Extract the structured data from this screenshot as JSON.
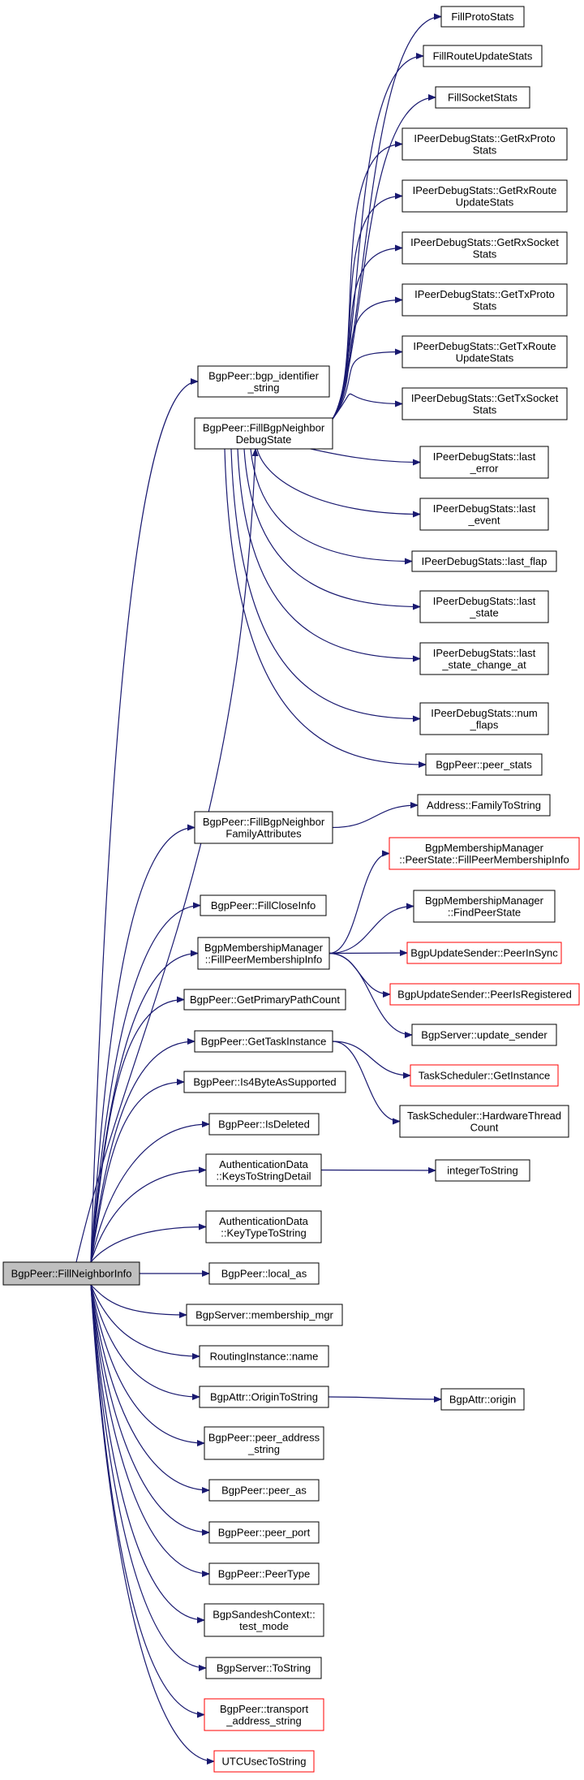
{
  "nodes": [
    {
      "id": "root",
      "lines": [
        "BgpPeer::FillNeighborInfo"
      ],
      "root": true
    },
    {
      "id": "bgp_identifier",
      "lines": [
        "BgpPeer::bgp_identifier",
        "_string"
      ]
    },
    {
      "id": "fill_debug",
      "lines": [
        "BgpPeer::FillBgpNeighbor",
        "DebugState"
      ]
    },
    {
      "id": "fill_family",
      "lines": [
        "BgpPeer::FillBgpNeighbor",
        "FamilyAttributes"
      ]
    },
    {
      "id": "fill_close",
      "lines": [
        "BgpPeer::FillCloseInfo"
      ]
    },
    {
      "id": "fill_membership",
      "lines": [
        "BgpMembershipManager",
        "::FillPeerMembershipInfo"
      ]
    },
    {
      "id": "primary_path",
      "lines": [
        "BgpPeer::GetPrimaryPathCount"
      ]
    },
    {
      "id": "task_instance",
      "lines": [
        "BgpPeer::GetTaskInstance"
      ]
    },
    {
      "id": "is4byte",
      "lines": [
        "BgpPeer::Is4ByteAsSupported"
      ]
    },
    {
      "id": "is_deleted",
      "lines": [
        "BgpPeer::IsDeleted"
      ]
    },
    {
      "id": "keys_detail",
      "lines": [
        "AuthenticationData",
        "::KeysToStringDetail"
      ]
    },
    {
      "id": "keytype",
      "lines": [
        "AuthenticationData",
        "::KeyTypeToString"
      ]
    },
    {
      "id": "local_as",
      "lines": [
        "BgpPeer::local_as"
      ]
    },
    {
      "id": "membership_mgr",
      "lines": [
        "BgpServer::membership_mgr"
      ]
    },
    {
      "id": "ri_name",
      "lines": [
        "RoutingInstance::name"
      ]
    },
    {
      "id": "origin_to_string",
      "lines": [
        "BgpAttr::OriginToString"
      ]
    },
    {
      "id": "peer_address",
      "lines": [
        "BgpPeer::peer_address",
        "_string"
      ]
    },
    {
      "id": "peer_as",
      "lines": [
        "BgpPeer::peer_as"
      ]
    },
    {
      "id": "peer_port",
      "lines": [
        "BgpPeer::peer_port"
      ]
    },
    {
      "id": "peer_type",
      "lines": [
        "BgpPeer::PeerType"
      ]
    },
    {
      "id": "test_mode",
      "lines": [
        "BgpSandeshContext::",
        "test_mode"
      ]
    },
    {
      "id": "server_tostring",
      "lines": [
        "BgpServer::ToString"
      ]
    },
    {
      "id": "transport_addr",
      "lines": [
        "BgpPeer::transport",
        "_address_string"
      ],
      "red": true
    },
    {
      "id": "utc",
      "lines": [
        "UTCUsecToString"
      ],
      "red": true
    },
    {
      "id": "fill_proto",
      "lines": [
        "FillProtoStats"
      ]
    },
    {
      "id": "fill_route",
      "lines": [
        "FillRouteUpdateStats"
      ]
    },
    {
      "id": "fill_socket",
      "lines": [
        "FillSocketStats"
      ]
    },
    {
      "id": "rx_proto",
      "lines": [
        "IPeerDebugStats::GetRxProto",
        "Stats"
      ]
    },
    {
      "id": "rx_route",
      "lines": [
        "IPeerDebugStats::GetRxRoute",
        "UpdateStats"
      ]
    },
    {
      "id": "rx_socket",
      "lines": [
        "IPeerDebugStats::GetRxSocket",
        "Stats"
      ]
    },
    {
      "id": "tx_proto",
      "lines": [
        "IPeerDebugStats::GetTxProto",
        "Stats"
      ]
    },
    {
      "id": "tx_route",
      "lines": [
        "IPeerDebugStats::GetTxRoute",
        "UpdateStats"
      ]
    },
    {
      "id": "tx_socket",
      "lines": [
        "IPeerDebugStats::GetTxSocket",
        "Stats"
      ]
    },
    {
      "id": "last_error",
      "lines": [
        "IPeerDebugStats::last",
        "_error"
      ]
    },
    {
      "id": "last_event",
      "lines": [
        "IPeerDebugStats::last",
        "_event"
      ]
    },
    {
      "id": "last_flap",
      "lines": [
        "IPeerDebugStats::last_flap"
      ]
    },
    {
      "id": "last_state",
      "lines": [
        "IPeerDebugStats::last",
        "_state"
      ]
    },
    {
      "id": "last_state_change",
      "lines": [
        "IPeerDebugStats::last",
        "_state_change_at"
      ]
    },
    {
      "id": "num_flaps",
      "lines": [
        "IPeerDebugStats::num",
        "_flaps"
      ]
    },
    {
      "id": "peer_stats",
      "lines": [
        "BgpPeer::peer_stats"
      ]
    },
    {
      "id": "family_to_string",
      "lines": [
        "Address::FamilyToString"
      ]
    },
    {
      "id": "ps_fill",
      "lines": [
        "BgpMembershipManager",
        "::PeerState::FillPeerMembershipInfo"
      ],
      "red": true
    },
    {
      "id": "find_peer_state",
      "lines": [
        "BgpMembershipManager",
        "::FindPeerState"
      ]
    },
    {
      "id": "peer_in_sync",
      "lines": [
        "BgpUpdateSender::PeerInSync"
      ],
      "red": true
    },
    {
      "id": "peer_is_registered",
      "lines": [
        "BgpUpdateSender::PeerIsRegistered"
      ],
      "red": true
    },
    {
      "id": "update_sender",
      "lines": [
        "BgpServer::update_sender"
      ]
    },
    {
      "id": "ts_get_instance",
      "lines": [
        "TaskScheduler::GetInstance"
      ],
      "red": true
    },
    {
      "id": "ts_hw_thread",
      "lines": [
        "TaskScheduler::HardwareThread",
        "Count"
      ]
    },
    {
      "id": "integer_to_string",
      "lines": [
        "integerToString"
      ]
    },
    {
      "id": "attr_origin",
      "lines": [
        "BgpAttr::origin"
      ]
    }
  ],
  "edges": [
    [
      "root",
      "bgp_identifier"
    ],
    [
      "root",
      "fill_debug"
    ],
    [
      "root",
      "fill_family"
    ],
    [
      "root",
      "fill_close"
    ],
    [
      "root",
      "fill_membership"
    ],
    [
      "root",
      "primary_path"
    ],
    [
      "root",
      "task_instance"
    ],
    [
      "root",
      "is4byte"
    ],
    [
      "root",
      "is_deleted"
    ],
    [
      "root",
      "keys_detail"
    ],
    [
      "root",
      "keytype"
    ],
    [
      "root",
      "local_as"
    ],
    [
      "root",
      "membership_mgr"
    ],
    [
      "root",
      "ri_name"
    ],
    [
      "root",
      "origin_to_string"
    ],
    [
      "root",
      "peer_address"
    ],
    [
      "root",
      "peer_as"
    ],
    [
      "root",
      "peer_port"
    ],
    [
      "root",
      "peer_type"
    ],
    [
      "root",
      "test_mode"
    ],
    [
      "root",
      "server_tostring"
    ],
    [
      "root",
      "transport_addr"
    ],
    [
      "root",
      "utc"
    ],
    [
      "fill_debug",
      "fill_proto"
    ],
    [
      "fill_debug",
      "fill_route"
    ],
    [
      "fill_debug",
      "fill_socket"
    ],
    [
      "fill_debug",
      "rx_proto"
    ],
    [
      "fill_debug",
      "rx_route"
    ],
    [
      "fill_debug",
      "rx_socket"
    ],
    [
      "fill_debug",
      "tx_proto"
    ],
    [
      "fill_debug",
      "tx_route"
    ],
    [
      "fill_debug",
      "tx_socket"
    ],
    [
      "fill_debug",
      "last_error"
    ],
    [
      "fill_debug",
      "last_event"
    ],
    [
      "fill_debug",
      "last_flap"
    ],
    [
      "fill_debug",
      "last_state"
    ],
    [
      "fill_debug",
      "last_state_change"
    ],
    [
      "fill_debug",
      "num_flaps"
    ],
    [
      "fill_debug",
      "peer_stats"
    ],
    [
      "fill_family",
      "family_to_string"
    ],
    [
      "fill_membership",
      "ps_fill"
    ],
    [
      "fill_membership",
      "find_peer_state"
    ],
    [
      "fill_membership",
      "peer_in_sync"
    ],
    [
      "fill_membership",
      "peer_is_registered"
    ],
    [
      "fill_membership",
      "update_sender"
    ],
    [
      "task_instance",
      "ts_get_instance"
    ],
    [
      "task_instance",
      "ts_hw_thread"
    ],
    [
      "keys_detail",
      "integer_to_string"
    ],
    [
      "origin_to_string",
      "attr_origin"
    ]
  ],
  "colors": {
    "edge": "#191970",
    "node_border": "#000000",
    "node_border_link_missing": "#ff0000",
    "root_fill": "#bfbfbf"
  }
}
